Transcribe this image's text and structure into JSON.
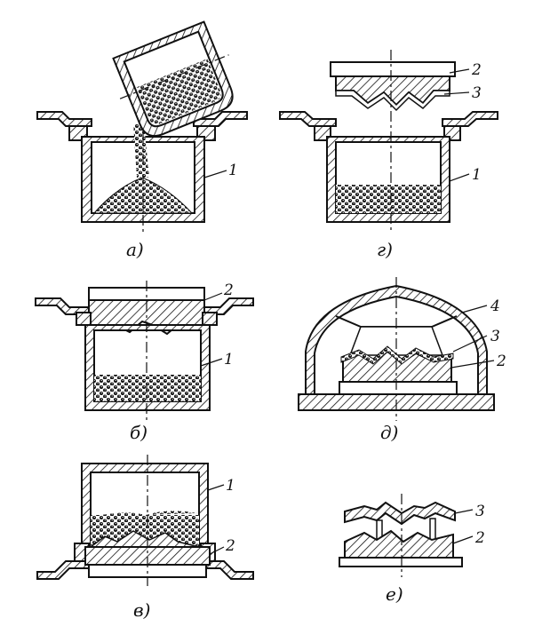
{
  "panels": {
    "a": {
      "caption": "а)",
      "callouts": [
        "1"
      ]
    },
    "b": {
      "caption": "б)",
      "callouts": [
        "2",
        "1"
      ]
    },
    "v": {
      "caption": "в)",
      "callouts": [
        "1",
        "2"
      ]
    },
    "g": {
      "caption": "г)",
      "callouts": [
        "2",
        "3",
        "1"
      ]
    },
    "d": {
      "caption": "д)",
      "callouts": [
        "4",
        "3",
        "2"
      ]
    },
    "e": {
      "caption": "е)",
      "callouts": [
        "3",
        "2"
      ]
    }
  },
  "colors": {
    "ink": "#111111",
    "paper": "#ffffff"
  }
}
